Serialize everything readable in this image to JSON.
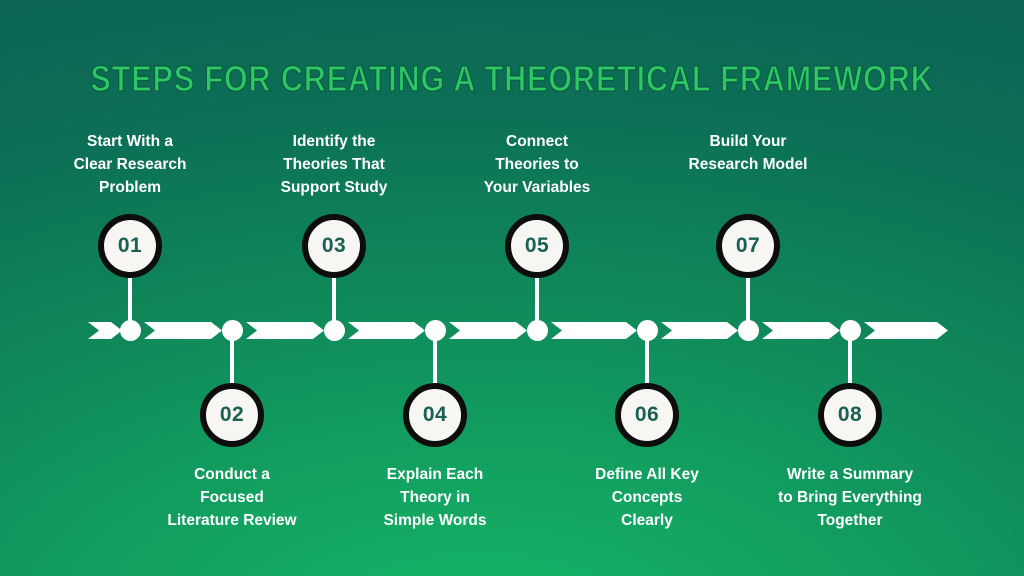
{
  "title": "STEPS FOR CREATING A THEORETICAL FRAMEWORK",
  "colors": {
    "title_green": "#2dc766",
    "title_outline": "#0b5c3e",
    "background_dark_teal": "#0b6454",
    "background_bright_green": "#16b866",
    "timeline_white": "#ffffff",
    "circle_fill": "#f8f6f2",
    "circle_border": "#0d0d0d",
    "number_teal": "#1b6055",
    "label_text": "#ffffff"
  },
  "steps": [
    {
      "number": "01",
      "position": "top",
      "label": "Start With a\nClear Research\nProblem"
    },
    {
      "number": "02",
      "position": "bottom",
      "label": "Conduct a\nFocused\nLiterature Review"
    },
    {
      "number": "03",
      "position": "top",
      "label": "Identify the\nTheories That\nSupport Study"
    },
    {
      "number": "04",
      "position": "bottom",
      "label": "Explain Each\nTheory in\nSimple Words"
    },
    {
      "number": "05",
      "position": "top",
      "label": "Connect\nTheories to\nYour Variables"
    },
    {
      "number": "06",
      "position": "bottom",
      "label": "Define All Key\nConcepts\nClearly"
    },
    {
      "number": "07",
      "position": "top",
      "label": "Build Your\nResearch Model"
    },
    {
      "number": "08",
      "position": "bottom",
      "label": "Write a Summary\nto Bring Everything\nTogether"
    }
  ]
}
